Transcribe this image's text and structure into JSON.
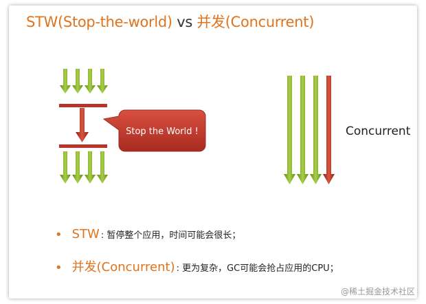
{
  "title": {
    "part1": "STW(Stop-the-world)",
    "vs": "vs",
    "part2": "并发(Concurrent)"
  },
  "callout": {
    "label": "Stop the World !"
  },
  "concurrent_label": "Concurrent",
  "bullets": [
    {
      "term": "STW",
      "desc": ": 暂停整个应用，时间可能会很长；"
    },
    {
      "term": "并发(Concurrent)",
      "desc": ": 更为复杂，GC可能会抢占应用的CPU；"
    }
  ],
  "watermark": "@稀土掘金技术社区",
  "colors": {
    "green_arrow": "#7fa828",
    "red_arrow": "#b8342a",
    "title_orange": "#e0731d"
  }
}
